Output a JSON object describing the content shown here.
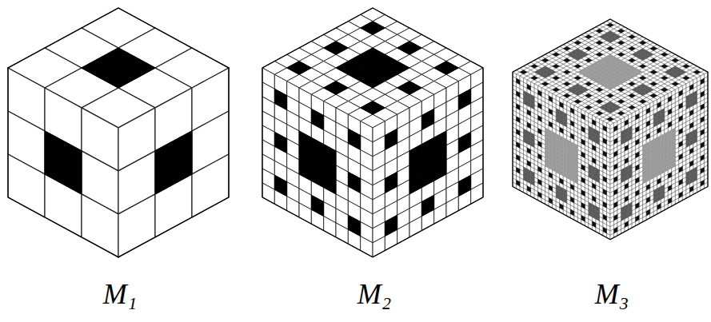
{
  "diagram": {
    "labels": [
      "M₁",
      "M₂",
      "M₃"
    ]
  }
}
